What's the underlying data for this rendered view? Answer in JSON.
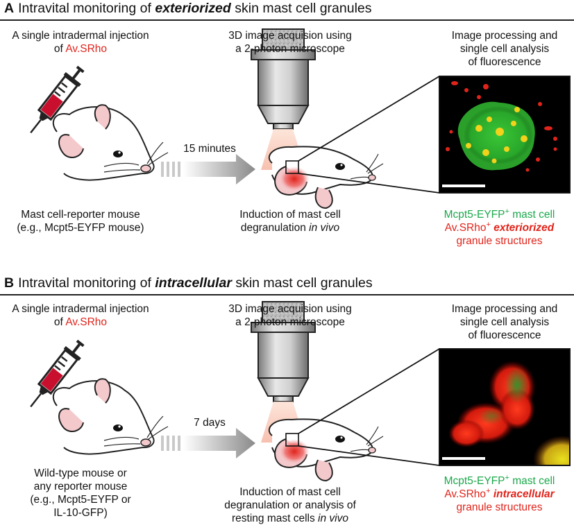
{
  "panel_a": {
    "letter": "A",
    "title_pre": "Intravital monitoring of ",
    "title_em": "exteriorized",
    "title_post": " skin mast cell granules",
    "inj_line1": "A single intradermal injection",
    "inj_of": "of ",
    "inj_agent": "Av.SRho",
    "img_line1": "3D image acquision using",
    "img_line2": "a 2-photon microscope",
    "proc_line1": "Image processing and",
    "proc_line2": "single cell analysis",
    "proc_line3": "of fluorescence",
    "time_label": "15 minutes",
    "mouse_line1": "Mast cell-reporter mouse",
    "mouse_line2": "(e.g., Mcpt5-EYFP mouse)",
    "induction_line1": "Induction of mast cell",
    "induction_line2_pre": "degranulation ",
    "induction_line2_em": "in vivo",
    "leg_green": "Mcpt5-EYFP",
    "leg_green_sup": "+",
    "leg_green_post": " mast cell",
    "leg_red": "Av.SRho",
    "leg_red_sup": "+",
    "leg_red_em": "exteriorized",
    "leg_red_line2": "granule structures"
  },
  "panel_b": {
    "letter": "B",
    "title_pre": "Intravital monitoring of ",
    "title_em": "intracellular",
    "title_post": " skin mast cell granules",
    "inj_line1": "A single intradermal injection",
    "inj_of": "of ",
    "inj_agent": "Av.SRho",
    "img_line1": "3D image acquision using",
    "img_line2": "a 2-photon microscope",
    "proc_line1": "Image processing and",
    "proc_line2": "single cell analysis",
    "proc_line3": "of fluorescence",
    "time_label": "7 days",
    "mouse_line1": "Wild-type mouse or",
    "mouse_line2": "any reporter mouse",
    "mouse_line3": "(e.g., Mcpt5-EYFP or",
    "mouse_line4": "IL-10-GFP)",
    "induction_line1": "Induction of mast cell",
    "induction_line2": "degranulation or analysis of",
    "induction_line3_pre": "resting mast cells ",
    "induction_line3_em": "in vivo",
    "leg_green": "Mcpt5-EYFP",
    "leg_green_sup": "+",
    "leg_green_post": " mast cell",
    "leg_red": "Av.SRho",
    "leg_red_sup": "+",
    "leg_red_em": "intracellular",
    "leg_red_line2": "granule structures"
  },
  "colors": {
    "red": "#e0241b",
    "green": "#1aa84a",
    "syringe_fill": "#c8102e",
    "mouse_skin": "#f4c9cc"
  },
  "icons": [
    "syringe-icon",
    "mouse-icon",
    "microscope-objective-icon",
    "time-arrow-icon",
    "fluorescence-micrograph",
    "scale-bar"
  ]
}
